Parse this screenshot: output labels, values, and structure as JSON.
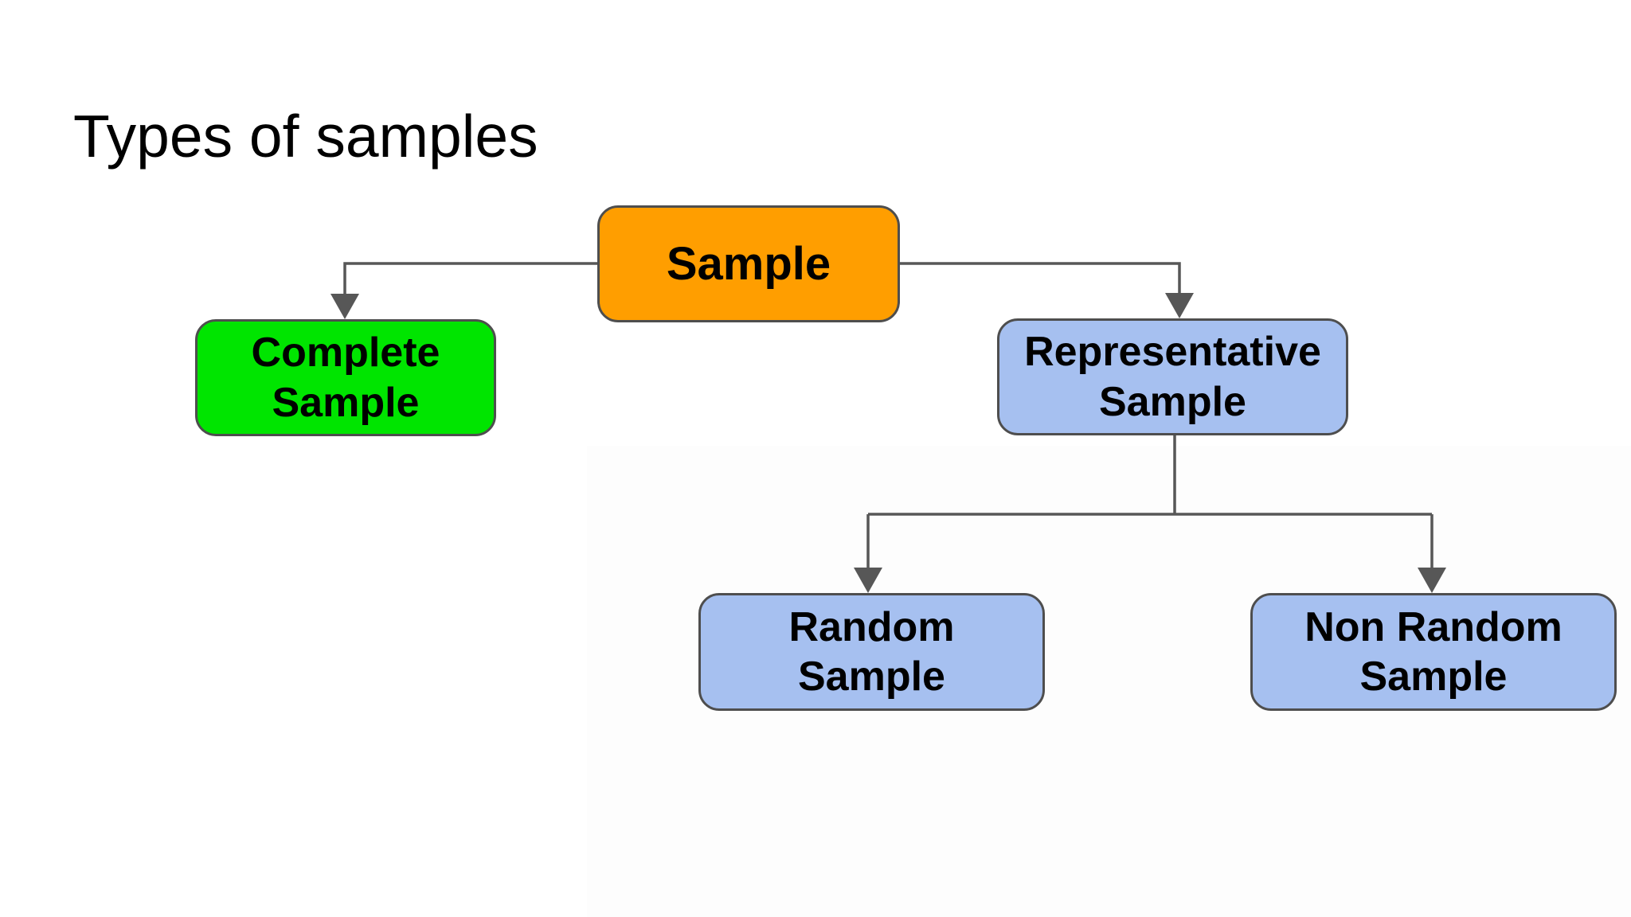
{
  "page": {
    "title": "Types of samples",
    "background": "#ffffff",
    "title_color": "#000000"
  },
  "diagram": {
    "type": "tree",
    "connector_color": "#575757",
    "node_border_color": "#4e4e4e",
    "node_text_color": "#000000",
    "nodes": [
      {
        "id": "sample",
        "label": "Sample",
        "fill": "#FF9E00",
        "role": "root"
      },
      {
        "id": "complete-sample",
        "label": "Complete\nSample",
        "fill": "#00E500",
        "role": "child"
      },
      {
        "id": "representative-sample",
        "label": "Representative\nSample",
        "fill": "#A6C0F0",
        "role": "child"
      },
      {
        "id": "random-sample",
        "label": "Random\nSample",
        "fill": "#A6C0F0",
        "role": "grandchild"
      },
      {
        "id": "non-random-sample",
        "label": "Non Random\nSample",
        "fill": "#A6C0F0",
        "role": "grandchild"
      }
    ],
    "edges": [
      {
        "from": "sample",
        "to": "complete-sample"
      },
      {
        "from": "sample",
        "to": "representative-sample"
      },
      {
        "from": "representative-sample",
        "to": "random-sample"
      },
      {
        "from": "representative-sample",
        "to": "non-random-sample"
      }
    ]
  }
}
